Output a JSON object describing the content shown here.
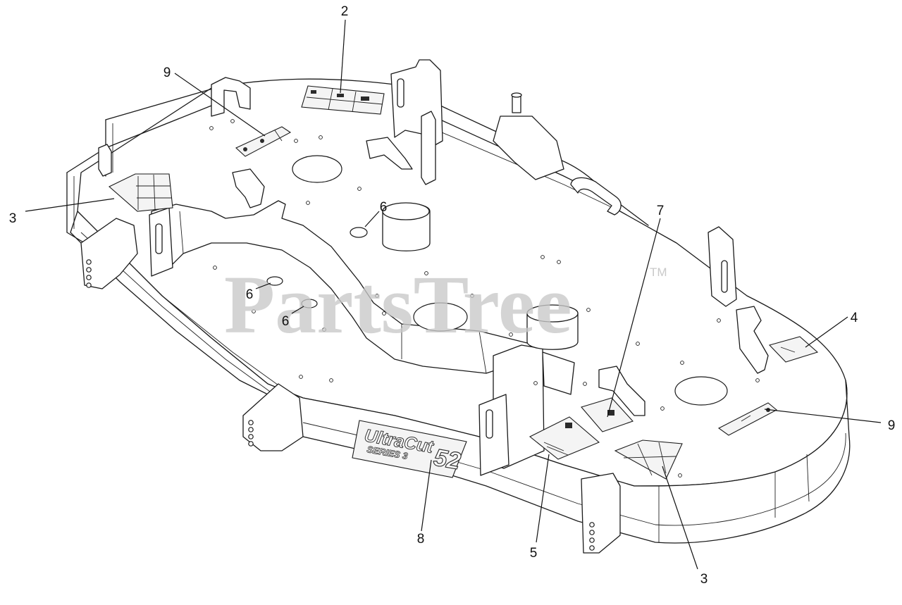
{
  "watermark": {
    "text": "PartsTree",
    "tm": "TM"
  },
  "deck_logo": {
    "line1": "UltraCut",
    "line2": "SERIES 3",
    "size": "52"
  },
  "callouts": [
    {
      "id": "c-2",
      "label": "2"
    },
    {
      "id": "c-9a",
      "label": "9"
    },
    {
      "id": "c-3a",
      "label": "3"
    },
    {
      "id": "c-6a",
      "label": "6"
    },
    {
      "id": "c-6b",
      "label": "6"
    },
    {
      "id": "c-6c",
      "label": "6"
    },
    {
      "id": "c-7",
      "label": "7"
    },
    {
      "id": "c-4",
      "label": "4"
    },
    {
      "id": "c-9b",
      "label": "9"
    },
    {
      "id": "c-8",
      "label": "8"
    },
    {
      "id": "c-5",
      "label": "5"
    },
    {
      "id": "c-3b",
      "label": "3"
    }
  ]
}
